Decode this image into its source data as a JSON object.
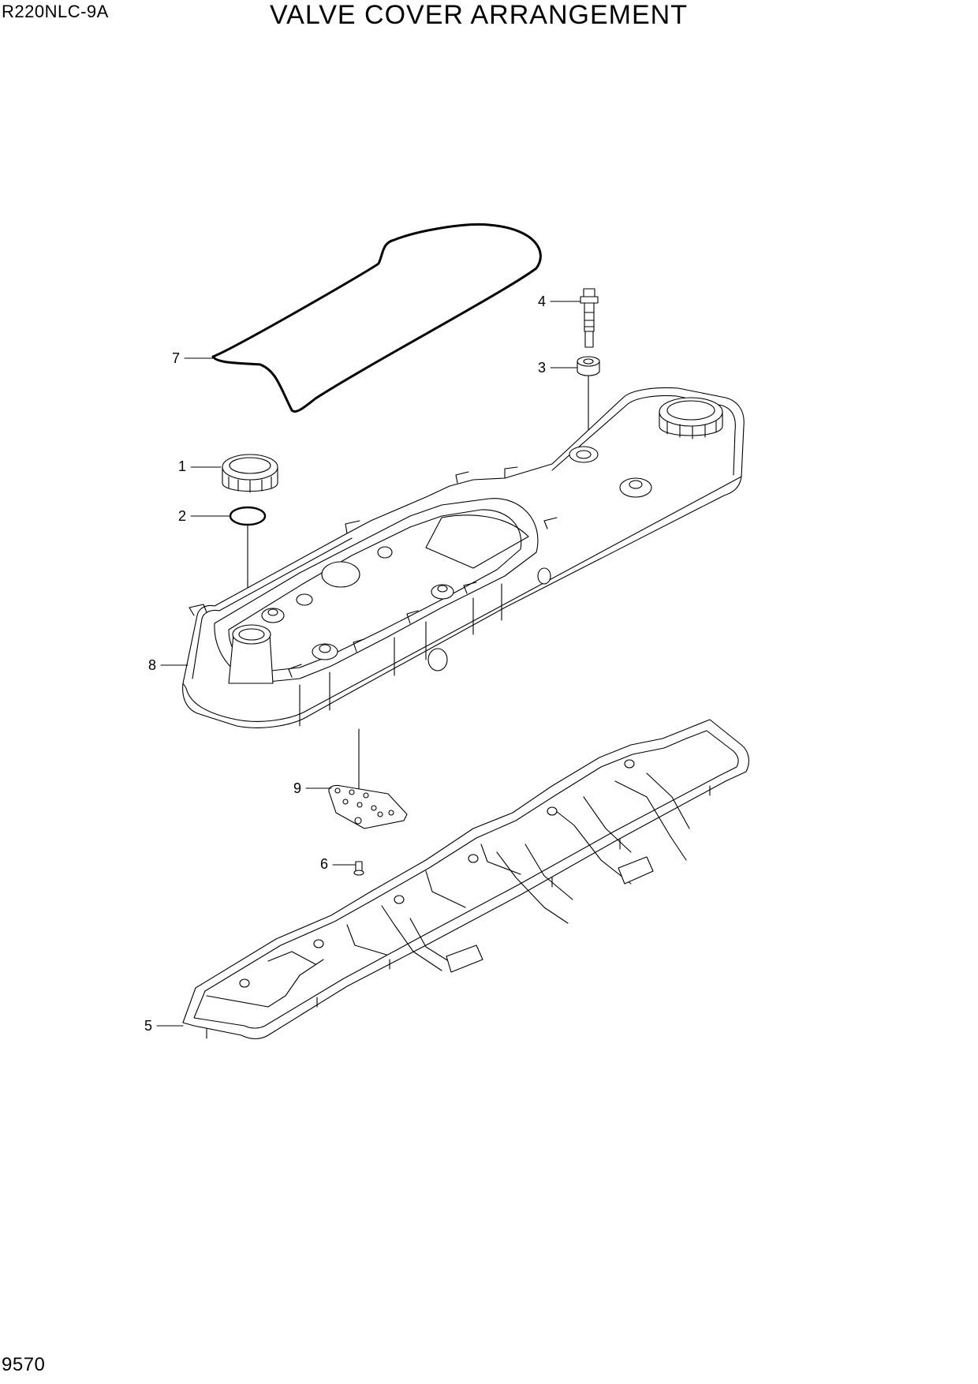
{
  "header": {
    "model": "R220NLC-9A",
    "title": "VALVE COVER ARRANGEMENT"
  },
  "footer": {
    "page_number": "9570"
  },
  "callouts": [
    "1",
    "2",
    "3",
    "4",
    "5",
    "6",
    "7",
    "8",
    "9"
  ]
}
